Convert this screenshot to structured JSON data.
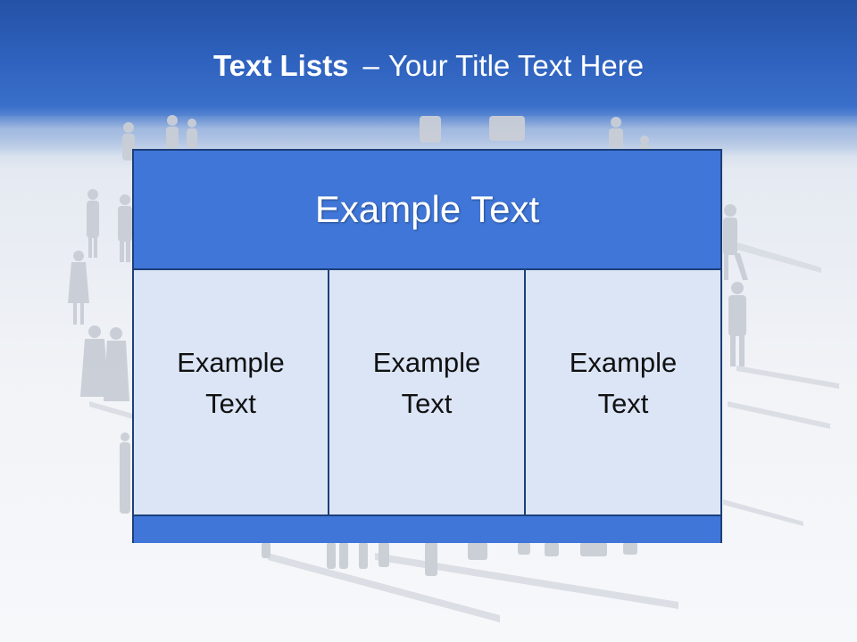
{
  "slide": {
    "title_bold": "Text Lists",
    "title_separator": "–",
    "title_rest": "Your Title Text Here"
  },
  "table": {
    "header": "Example Text",
    "cells": [
      "Example Text",
      "Example Text",
      "Example Text"
    ]
  },
  "colors": {
    "header_blue": "#2f63bf",
    "table_blue": "#3f76d8",
    "cell_fill": "#dbe5f6",
    "border": "#1d3f7a"
  },
  "background": {
    "image": "crowd-silhouette-icon"
  }
}
